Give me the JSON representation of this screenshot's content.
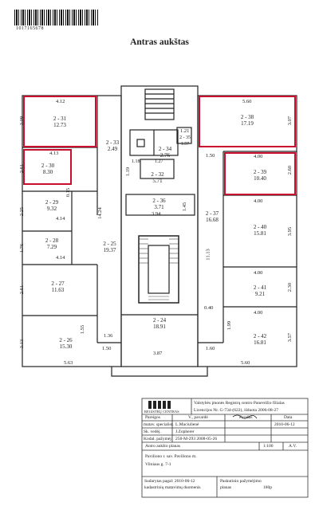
{
  "barcode": {
    "number": "1017165678"
  },
  "title": "Antras  aukštas",
  "rooms": [
    {
      "id": "2 - 31",
      "area": "12.73"
    },
    {
      "id": "2 - 30",
      "area": "8.30"
    },
    {
      "id": "2 - 29",
      "area": "9.32"
    },
    {
      "id": "2 - 28",
      "area": "7.29"
    },
    {
      "id": "2 - 27",
      "area": "11.63"
    },
    {
      "id": "2 - 26",
      "area": "15.30"
    },
    {
      "id": "2 - 33",
      "area": "2.49"
    },
    {
      "id": "2 - 25",
      "area": "19.37"
    },
    {
      "id": "2 - 34",
      "area": "2.76"
    },
    {
      "id": "2 - 35",
      "area": "1.57"
    },
    {
      "id": "2 - 32",
      "area": "5.71"
    },
    {
      "id": "2 - 36",
      "area": "3.71"
    },
    {
      "id": "2 - 24",
      "area": "18.91"
    },
    {
      "id": "2 - 38",
      "area": "17.19"
    },
    {
      "id": "2 - 39",
      "area": "10.40"
    },
    {
      "id": "2 - 37",
      "area": "16.68"
    },
    {
      "id": "2 - 40",
      "area": "15.81"
    },
    {
      "id": "2 - 41",
      "area": "9.21"
    },
    {
      "id": "2 - 42",
      "area": "16.81"
    }
  ],
  "dims": {
    "d412": "4.12",
    "d309": "3.09",
    "d413": "4.13",
    "d261": "2.61",
    "d015": "0.15",
    "d225": "2.25",
    "d414a": "4.14",
    "d176": "1.76",
    "d414b": "4.14",
    "d261b": "2.61",
    "d313": "3.13",
    "d563": "5.63",
    "d155": "1.55",
    "d136": "1.36",
    "d150a": "1.50",
    "d1424": "14.24",
    "d121": "1.21",
    "d118": "1.18",
    "d127": "1.27",
    "d119": "1.19",
    "d394": "3.94",
    "d145": "1.45",
    "d387": "3.87",
    "d560a": "5.60",
    "d307": "3.07",
    "d150b": "1.50",
    "d400a": "4.00",
    "d260": "2.60",
    "d1113": "11.13",
    "d400b": "4.00",
    "d395": "3.95",
    "d400c": "4.00",
    "d230": "2.30",
    "d040": "0.40",
    "d400d": "4.00",
    "d199": "1.99",
    "d357": "3.57",
    "d160": "1.60",
    "d560b": "5.60"
  },
  "titleblock": {
    "org_line": "Valstybės įmonės Registrų centro Panevėžio filialas",
    "license_line": "Licencijos Nr. G-734-(622), išduota 2006-08-27",
    "logo_text": "REGISTRŲ CENTRAS",
    "h_position": "Pareigos",
    "h_name": "V., pavardė",
    "h_sign": "Parašas",
    "h_date": "Data",
    "r1_position": "matav. specialist.",
    "r1_name": "L.Maciulienė",
    "r1_date": "2010-06-12",
    "r2_position": "Sk. vedėj.",
    "r2_name": "J.Zopherer",
    "r3_position": "Kodal. pažymėj.",
    "r3_value": "258-M-293 2008-05-26",
    "plan_name": "Antro aukšto planas",
    "scale": "1:100",
    "code": "A.V.",
    "address1": "Paviliono r. sav. Paviliono m.",
    "address2": "Vilniaus g. 7-1",
    "footer1": "Sudarytas pagal: 2010-06-12",
    "footer2": "kadastrinių matavimų duomenis",
    "footer3": "Paskutinio pažymėjimo",
    "footer4": "planas",
    "footer5": "180p"
  },
  "colors": {
    "highlight": "#c8102e",
    "line": "#222222"
  }
}
